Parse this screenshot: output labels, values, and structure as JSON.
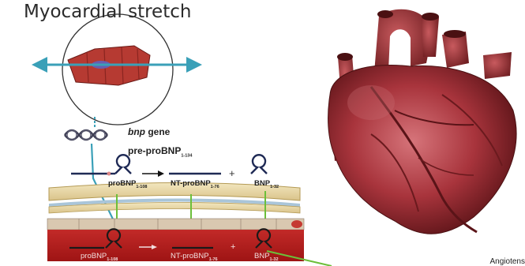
{
  "title": "Myocardial stretch",
  "gene": {
    "name": "bnp",
    "suffix": " gene"
  },
  "precursor": {
    "base": "pre-proBNP",
    "range": "1-134"
  },
  "membrane_labels": {
    "pro": {
      "base": "proBNP",
      "range": "1-108"
    },
    "nt": {
      "base": "NT-proBNP",
      "range": "1-76"
    },
    "bnp": {
      "base": "BNP",
      "range": "1-32"
    },
    "plus": "+"
  },
  "vessel_labels": {
    "pro": {
      "base": "proBNP",
      "range": "1-108"
    },
    "nt": {
      "base": "NT-proBNP",
      "range": "1-76"
    },
    "bnp": {
      "base": "BNP",
      "range": "1-32"
    },
    "plus": "+"
  },
  "footer": "Angiotens",
  "colors": {
    "arrow_cyan": "#3aa0b8",
    "arrow_green": "#6cbf3a",
    "vessel_red": "#b11a1a",
    "heart_red": "#a8343c",
    "membrane_tan": "#e9d9a6",
    "membrane_blue": "#a9c5d9"
  },
  "icons": [
    "double-arrow-icon",
    "dna-helix-icon",
    "peptide-loop-icon",
    "heart-illustration"
  ]
}
